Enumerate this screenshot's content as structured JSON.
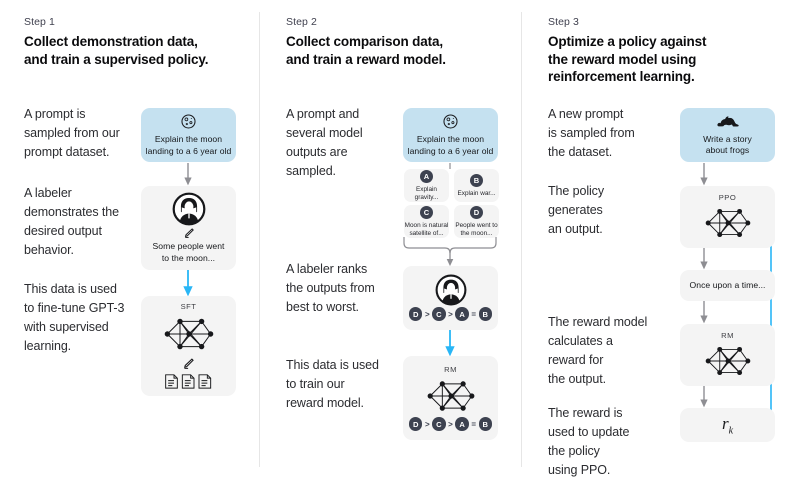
{
  "title": "Reinforcement Learning from Human Feedback — three step diagram",
  "colors": {
    "prompt_card": "#c5e1f0",
    "model_card": "#f4f4f4",
    "badge": "#3d4250",
    "gray_arrow": "#8e8e93",
    "blue_arrow": "#29b6f6",
    "divider": "#e6e6e6",
    "text": "#202123"
  },
  "steps": [
    {
      "label": "Step 1",
      "title": "Collect demonstration data,\nand train a supervised policy.",
      "captions": [
        "A prompt is\nsampled from our\nprompt dataset.",
        "A labeler\ndemonstrates the\ndesired output\nbehavior.",
        "This data is used\nto fine-tune GPT-3\nwith supervised\nlearning."
      ],
      "prompt_card": {
        "icon": "moon-icon",
        "text": "Explain the moon\nlanding to a 6 year old"
      },
      "labeler_card": {
        "icon": "labeler-avatar-icon",
        "pencil": "pencil-icon",
        "text": "Some people went\nto the moon..."
      },
      "model_card": {
        "tag": "SFT",
        "icon": "neural-network-icon",
        "pencil": "pencil-icon",
        "docs": "documents-icon"
      }
    },
    {
      "label": "Step 2",
      "title": "Collect comparison data,\nand train a reward model.",
      "captions": [
        "A prompt and\nseveral model\noutputs are\nsampled.",
        "A labeler ranks\nthe outputs from\nbest to worst.",
        "This data is used\nto train our\nreward model."
      ],
      "prompt_card": {
        "icon": "moon-icon",
        "text": "Explain the moon\nlanding to a 6 year old"
      },
      "outputs": [
        {
          "badge": "A",
          "text": "Explain gravity..."
        },
        {
          "badge": "B",
          "text": "Explain war..."
        },
        {
          "badge": "C",
          "text": "Moon is natural\nsatellite of..."
        },
        {
          "badge": "D",
          "text": "People went to\nthe moon..."
        }
      ],
      "ranker_card": {
        "icon": "labeler-avatar-icon",
        "ranking": [
          "D",
          ">",
          "C",
          ">",
          "A",
          "=",
          "B"
        ]
      },
      "model_card": {
        "tag": "RM",
        "icon": "neural-network-icon",
        "ranking": [
          "D",
          ">",
          "C",
          ">",
          "A",
          "=",
          "B"
        ]
      }
    },
    {
      "label": "Step 3",
      "title": "Optimize a policy against\nthe reward model using\nreinforcement learning.",
      "captions": [
        "A new prompt\nis sampled from\nthe dataset.",
        "The policy\ngenerates\nan output.",
        "The reward model\ncalculates a\nreward for\nthe output.",
        "The reward is\nused to update\nthe policy\nusing PPO."
      ],
      "prompt_card": {
        "icon": "frog-icon",
        "text": "Write a story\nabout frogs"
      },
      "policy_card": {
        "tag": "PPO",
        "icon": "neural-network-icon"
      },
      "output_card": {
        "text": "Once upon a time..."
      },
      "reward_card": {
        "tag": "RM",
        "icon": "neural-network-icon"
      },
      "reward_value_card": {
        "symbol": "r",
        "subscript": "k"
      }
    }
  ]
}
